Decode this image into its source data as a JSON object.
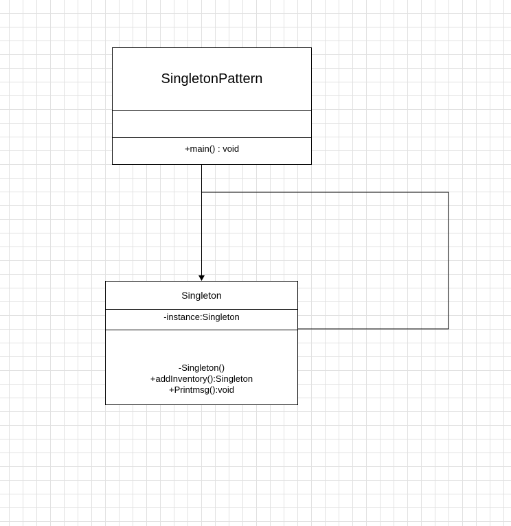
{
  "singleton_pattern_class": {
    "name": "SingletonPattern",
    "attributes": [],
    "methods": [
      "+main() : void"
    ]
  },
  "singleton_class": {
    "name": "Singleton",
    "attributes": [
      "-instance:Singleton"
    ],
    "methods": [
      "-Singleton()",
      "+addInventory():Singleton",
      "+Printmsg():void"
    ]
  },
  "colors": {
    "line": "#000000",
    "grid": "#e1e1e1",
    "background": "#ffffff"
  }
}
